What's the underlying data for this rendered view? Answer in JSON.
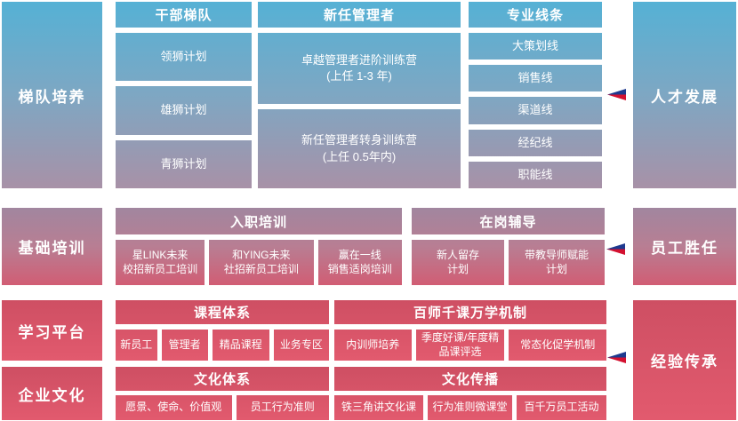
{
  "palette": {
    "background": "#ffffff",
    "text": "#ffffff",
    "blue_top": "#55b1d5",
    "blue_mid": "#7ea7c3",
    "blue_bottom": "#a891a7",
    "mauve_top": "#a1869f",
    "mauve_mid": "#b87e93",
    "pink_bottom": "#d15d74",
    "red_top": "#ce4f63",
    "red_bottom": "#e25a6e",
    "arrow_blue": "#1e3a8f",
    "arrow_red": "#d31130"
  },
  "sections": {
    "s1": {
      "left_label": "梯队培养",
      "right_label": "人才发展",
      "col1": {
        "header": "干部梯队",
        "items": [
          "领狮计划",
          "雄狮计划",
          "青狮计划"
        ]
      },
      "col2": {
        "header": "新任管理者",
        "items": [
          "卓越管理者进阶训练营\n(上任 1-3 年)",
          "新任管理者转身训练营\n(上任 0.5年内)"
        ]
      },
      "col3": {
        "header": "专业线条",
        "items": [
          "大策划线",
          "销售线",
          "渠道线",
          "经纪线",
          "职能线"
        ]
      }
    },
    "s2": {
      "left_label": "基础培训",
      "right_label": "员工胜任",
      "col1": {
        "header": "入职培训",
        "items": [
          "星LINK未来\n校招新员工培训",
          "和YING未来\n社招新员工培训",
          "赢在一线\n销售适岗培训"
        ]
      },
      "col2": {
        "header": "在岗辅导",
        "items": [
          "新人留存\n计划",
          "带教导师赋能\n计划"
        ]
      }
    },
    "s3": {
      "left_label": "学习平台",
      "col1": {
        "header": "课程体系",
        "items": [
          "新员工",
          "管理者",
          "精品课程",
          "业务专区"
        ]
      },
      "col2": {
        "header": "百师千课万学机制",
        "items": [
          "内训师培养",
          "季度好课/年度精品课评选",
          "常态化促学机制"
        ]
      }
    },
    "s4": {
      "left_label": "企业文化",
      "right_label": "经验传承",
      "col1": {
        "header": "文化体系",
        "items": [
          "愿景、使命、价值观",
          "员工行为准则"
        ]
      },
      "col2": {
        "header": "文化传播",
        "items": [
          "铁三角讲文化课",
          "行为准则微课堂",
          "百千万员工活动"
        ]
      }
    }
  }
}
